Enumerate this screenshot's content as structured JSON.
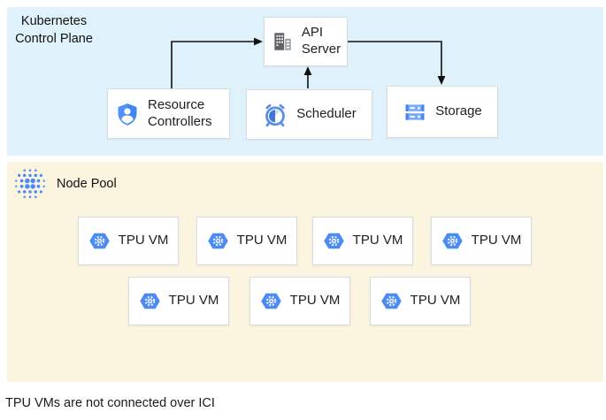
{
  "regions": {
    "control_plane": {
      "label": "Kubernetes Control Plane",
      "bg_color": "#dff2fb"
    },
    "node_pool": {
      "label": "Node Pool",
      "bg_color": "#fbf4de",
      "icon": "tpu-dots-icon"
    }
  },
  "nodes": {
    "api_server": {
      "label": "API Server",
      "icon": "building-icon"
    },
    "resource_controllers": {
      "label": "Resource Controllers",
      "icon": "shield-user-icon"
    },
    "scheduler": {
      "label": "Scheduler",
      "icon": "alarm-clock-icon"
    },
    "storage": {
      "label": "Storage",
      "icon": "server-stack-icon"
    }
  },
  "edges": [
    {
      "from": "resource_controllers",
      "to": "api_server"
    },
    {
      "from": "scheduler",
      "to": "api_server"
    },
    {
      "from": "api_server",
      "to": "storage"
    }
  ],
  "tpu_vms": [
    {
      "label": "TPU VM",
      "icon": "hexagon-gear-icon"
    },
    {
      "label": "TPU VM",
      "icon": "hexagon-gear-icon"
    },
    {
      "label": "TPU VM",
      "icon": "hexagon-gear-icon"
    },
    {
      "label": "TPU VM",
      "icon": "hexagon-gear-icon"
    },
    {
      "label": "TPU VM",
      "icon": "hexagon-gear-icon"
    },
    {
      "label": "TPU VM",
      "icon": "hexagon-gear-icon"
    },
    {
      "label": "TPU VM",
      "icon": "hexagon-gear-icon"
    }
  ],
  "caption": "TPU VMs are not connected over ICI",
  "colors": {
    "accent_blue": "#4285f4",
    "icon_light_blue": "#7baaf7",
    "icon_gray": "#5f6368",
    "arrow": "#111111"
  }
}
